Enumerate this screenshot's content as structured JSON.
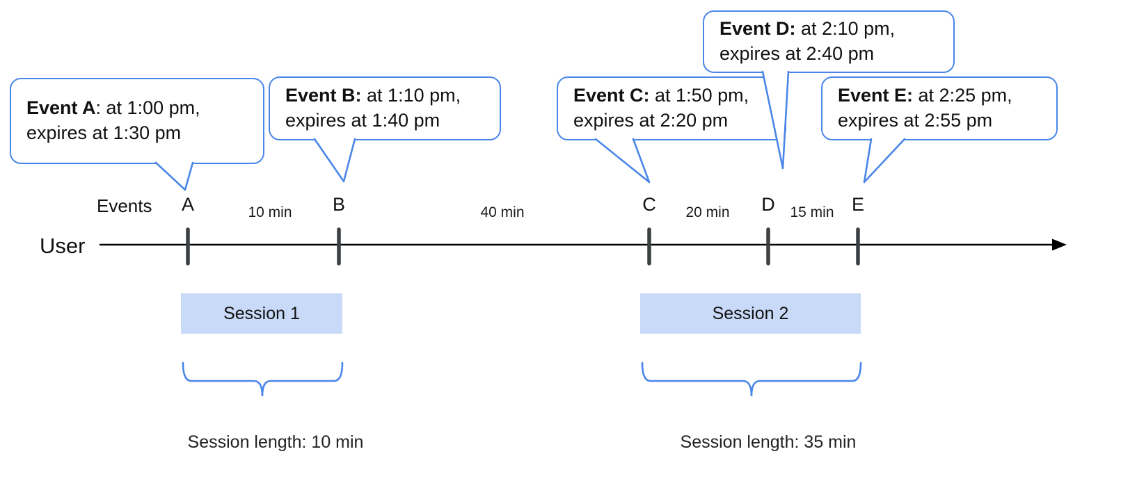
{
  "diagram": {
    "user_label": "User",
    "events_label": "Events"
  },
  "events": [
    {
      "letter": "A",
      "bold": "Event A",
      "line1_rest": ": at 1:00 pm,",
      "line2": "expires at 1:30 pm"
    },
    {
      "letter": "B",
      "bold": "Event B:",
      "line1_rest": " at 1:10 pm,",
      "line2": "expires at 1:40 pm"
    },
    {
      "letter": "C",
      "bold": "Event C:",
      "line1_rest": " at 1:50 pm,",
      "line2": "expires at 2:20 pm"
    },
    {
      "letter": "D",
      "bold": "Event D:",
      "line1_rest": " at 2:10 pm,",
      "line2": "expires at 2:40 pm"
    },
    {
      "letter": "E",
      "bold": "Event E:",
      "line1_rest": " at 2:25 pm,",
      "line2": "expires at 2:55 pm"
    }
  ],
  "gaps": [
    {
      "label": "10 min"
    },
    {
      "label": "40 min"
    },
    {
      "label": "20 min"
    },
    {
      "label": "15 min"
    }
  ],
  "sessions": [
    {
      "label": "Session 1",
      "length_label": "Session length: 10 min"
    },
    {
      "label": "Session 2",
      "length_label": "Session length: 35 min"
    }
  ],
  "colors": {
    "bubble_border": "#4a86e8",
    "session_fill": "#c9daf8",
    "brace": "#4a86e8",
    "tick": "#3d4043",
    "axis": "#000000"
  }
}
